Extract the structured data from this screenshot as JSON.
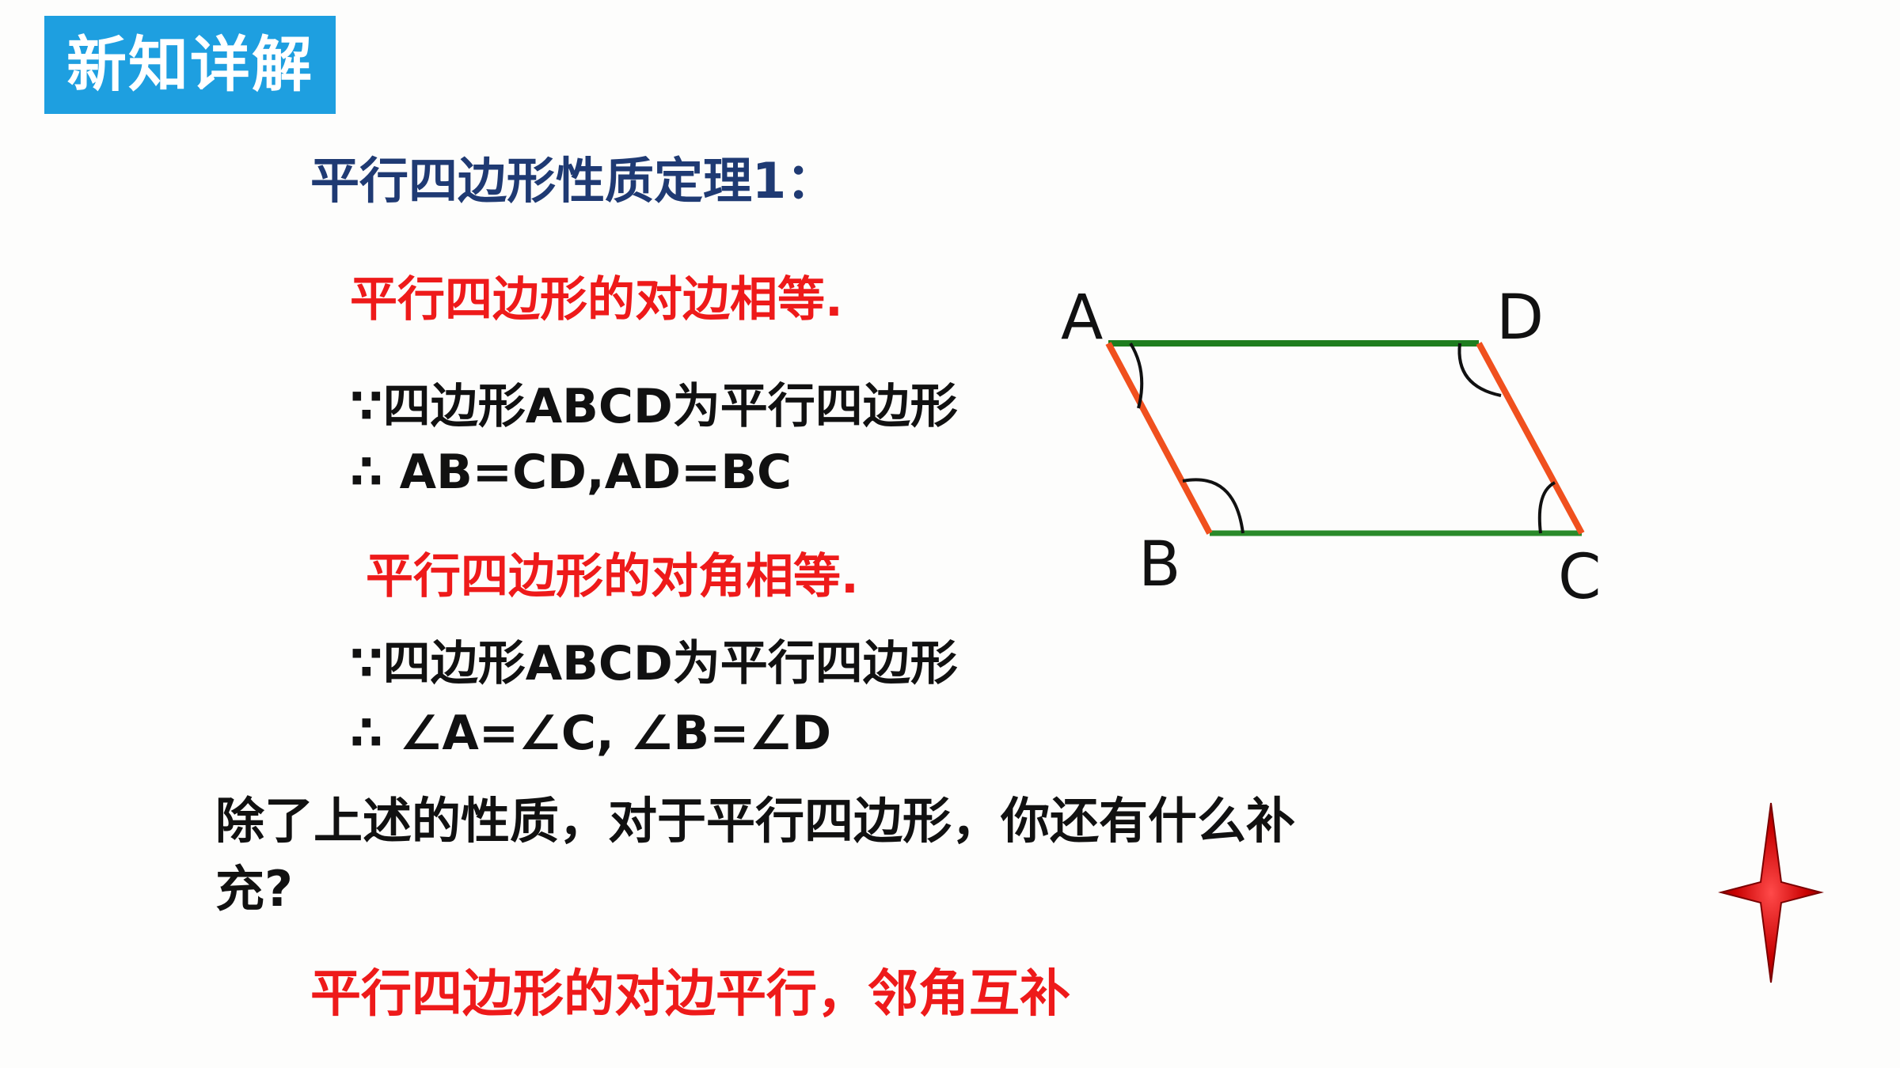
{
  "header": {
    "badge": "新知详解"
  },
  "theorem": {
    "title": "平行四边形性质定理1："
  },
  "sides": {
    "statement": "平行四边形的对边相等.",
    "given": "∵四边形ABCD为平行四边形",
    "conclusion": "∴ AB=CD,AD=BC"
  },
  "angles": {
    "statement": "平行四边形的对角相等.",
    "given": "∵四边形ABCD为平行四边形",
    "conclusion": "∴ ∠A=∠C, ∠B=∠D"
  },
  "question": "除了上述的性质，对于平行四边形，你还有什么补充?",
  "answer": "平行四边形的对边平行，邻角互补",
  "figure": {
    "labels": {
      "A": "A",
      "B": "B",
      "C": "C",
      "D": "D"
    },
    "colors": {
      "horizontal_sides": "#1e7d1e",
      "slanted_sides": "#f0501e",
      "star": "#cc0000"
    }
  }
}
